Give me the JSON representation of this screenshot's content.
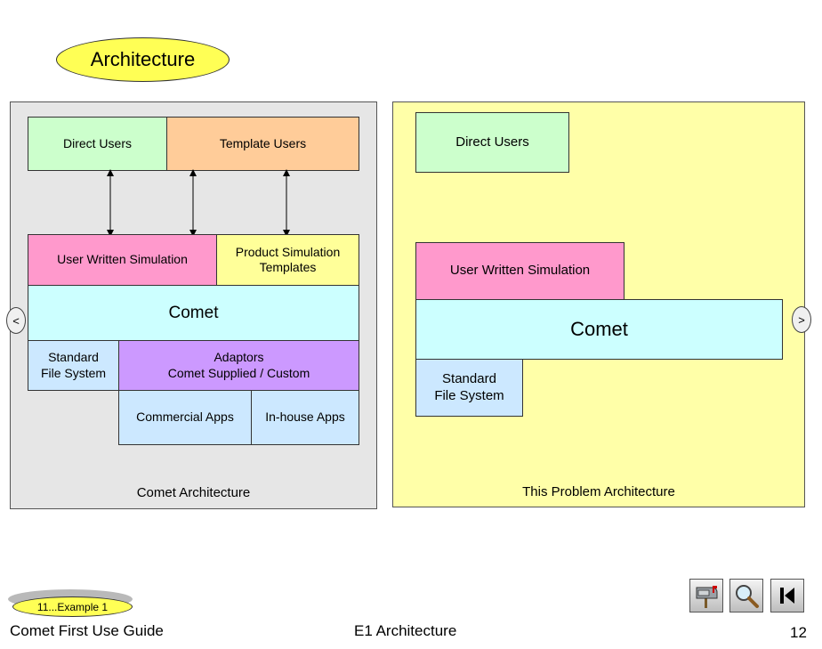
{
  "slide": {
    "title": "Architecture",
    "page_number": "12"
  },
  "left_panel": {
    "caption": "Comet Architecture",
    "direct_users": "Direct Users",
    "template_users": "Template Users",
    "user_written_simulation": "User Written Simulation",
    "product_simulation_templates": "Product Simulation\nTemplates",
    "comet": "Comet",
    "standard_file_system": "Standard\nFile System",
    "adaptors": "Adaptors\nComet Supplied / Custom",
    "commercial_apps": "Commercial Apps",
    "inhouse_apps": "In-house Apps"
  },
  "right_panel": {
    "caption": "This Problem Architecture",
    "direct_users": "Direct Users",
    "user_written_simulation": "User Written Simulation",
    "comet": "Comet",
    "standard_file_system": "Standard\nFile System"
  },
  "nav": {
    "prev": "<",
    "next": ">"
  },
  "footer": {
    "section_tag": "11...Example 1",
    "guide_title": "Comet First Use Guide",
    "slide_name": "E1 Architecture"
  },
  "toolbar": {
    "icons": [
      "mailbox-icon",
      "magnifier-icon",
      "skip-to-start-icon"
    ]
  },
  "colors": {
    "direct_users": "#ccffcc",
    "template_users": "#ffcc99",
    "user_written_simulation": "#ff99cc",
    "product_templates": "#ffff99",
    "comet": "#ccffff",
    "standard_fs": "#cce8ff",
    "adaptors": "#cc99ff",
    "apps": "#cce8ff"
  }
}
